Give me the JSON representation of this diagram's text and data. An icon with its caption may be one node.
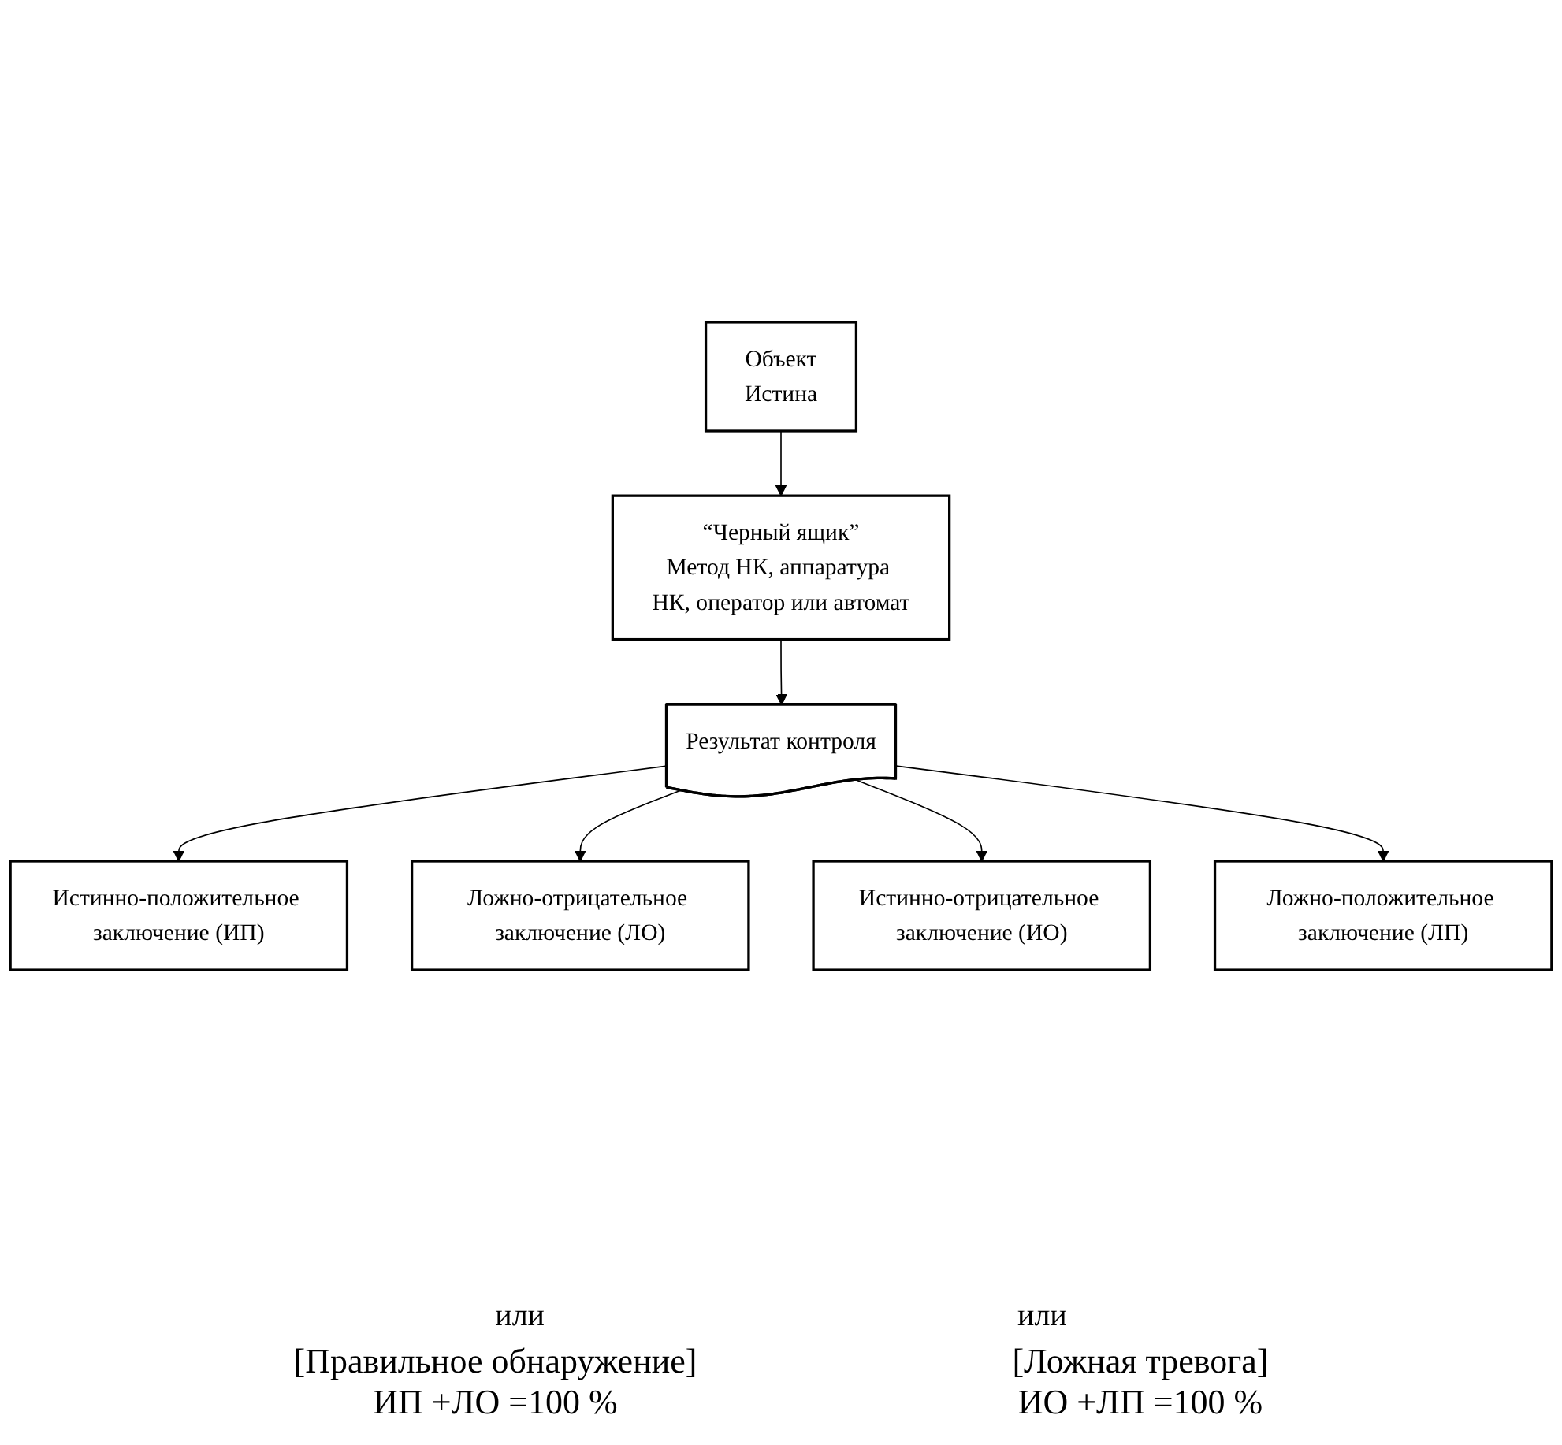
{
  "diagram": {
    "nodes": [
      {
        "text": [
          "Объект",
          "Истина"
        ]
      },
      {
        "text": [
          "“Черный ящик”",
          "Метод НК, аппаратура НК, оператор или автомат"
        ]
      },
      {
        "text": [
          "Результат контроля"
        ]
      },
      {
        "text": [
          "Истинно-положительное заключение (ИП)"
        ]
      },
      {
        "text": [
          "Ложно-отрицательное заключение (ЛО)"
        ]
      },
      {
        "text": [
          "Истинно-отрицательное заключение (ИО)"
        ]
      },
      {
        "text": [
          "Ложно-положительное заключение (ЛП)"
        ]
      }
    ],
    "edges": [
      {
        "from": 0,
        "to": 1,
        "arrow": "to"
      },
      {
        "from": 1,
        "to": 2,
        "arrow": "to"
      },
      {
        "from": 2,
        "to": 3,
        "arrow": "to"
      },
      {
        "from": 2,
        "to": 4,
        "arrow": "to"
      },
      {
        "from": 2,
        "to": 5,
        "arrow": "to"
      },
      {
        "from": 2,
        "to": 6,
        "arrow": "to"
      }
    ],
    "labels": [
      "или",
      "или",
      "[Правильное обнаружение]",
      "ИП +ЛО =100 %",
      "[Ложная тревога]",
      "ИО +ЛП =100 %"
    ]
  }
}
